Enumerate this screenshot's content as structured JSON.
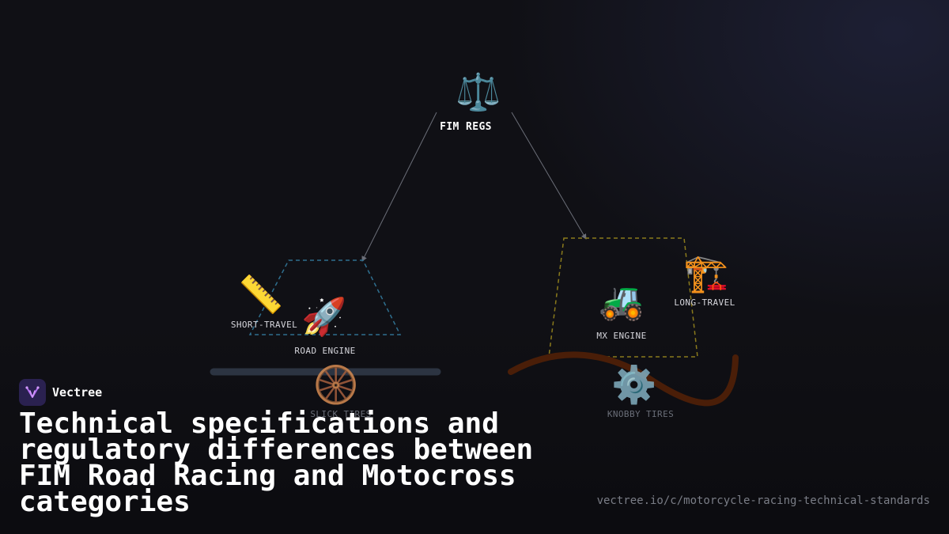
{
  "brand": {
    "name": "Vectree",
    "logo": "vectree-logo"
  },
  "title": "Technical specifications and regulatory differences between FIM Road Racing and Motocross categories",
  "url": "vectree.io/c/motorcycle-racing-technical-standards",
  "nodes": {
    "fim_regs": {
      "label": "FIM REGS",
      "icon": "⚖️"
    },
    "short_travel": {
      "label": "SHORT-TRAVEL",
      "icon": "📏"
    },
    "road_engine": {
      "label": "ROAD ENGINE",
      "icon": "🚀"
    },
    "slick_tires": {
      "label": "SLICK TIRES",
      "icon": "🛞"
    },
    "mx_engine": {
      "label": "MX ENGINE",
      "icon": "🚜"
    },
    "long_travel": {
      "label": "LONG-TRAVEL",
      "icon": "🏗️"
    },
    "knobby_tires": {
      "label": "KNOBBY TIRES",
      "icon": "⚙️"
    }
  },
  "colors": {
    "background": "#101015",
    "road_group": "#2f6f8f",
    "mx_group": "#8a7a1c",
    "road_track": "#2c3442",
    "dirt_track": "#4a1e08",
    "connector": "#6b6e78"
  }
}
